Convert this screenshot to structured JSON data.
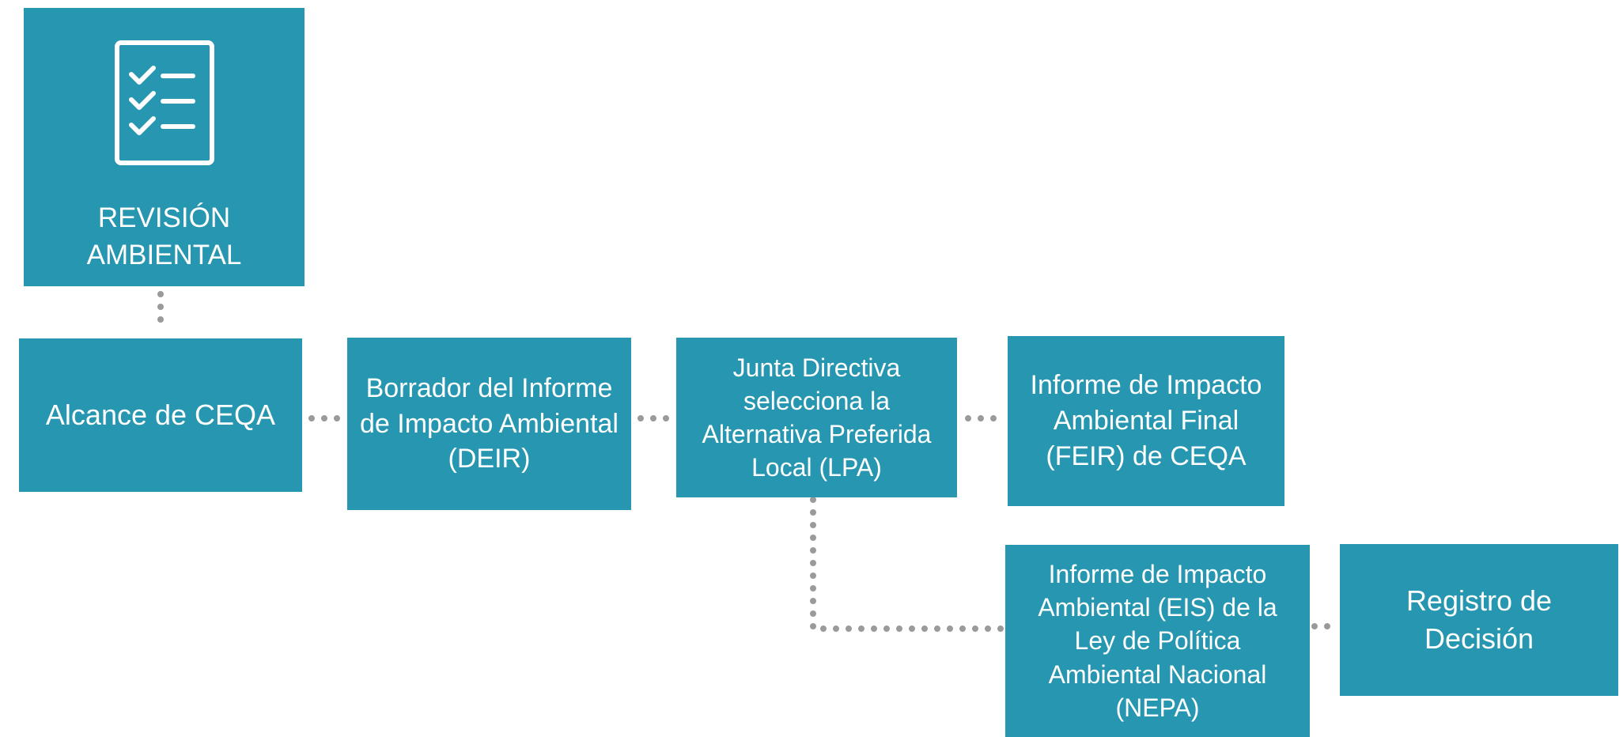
{
  "header": {
    "icon": "checklist-icon",
    "title_line1": "REVISIÓN",
    "title_line2": "AMBIENTAL"
  },
  "nodes": {
    "ceqa_scope": "Alcance de CEQA",
    "deir": "Borrador del Informe de Impacto Ambiental (DEIR)",
    "lpa": "Junta Directiva selecciona la Alternativa Preferida Local (LPA)",
    "feir": "Informe de Impacto Ambiental Final (FEIR) de CEQA",
    "nepa": "Informe de Impacto Ambiental (EIS) de la Ley de Política Ambiental Nacional (NEPA)",
    "rod": "Registro de Decisión"
  },
  "colors": {
    "box": "#2796b0",
    "text": "#ffffff",
    "connector": "#9a9a9a"
  }
}
